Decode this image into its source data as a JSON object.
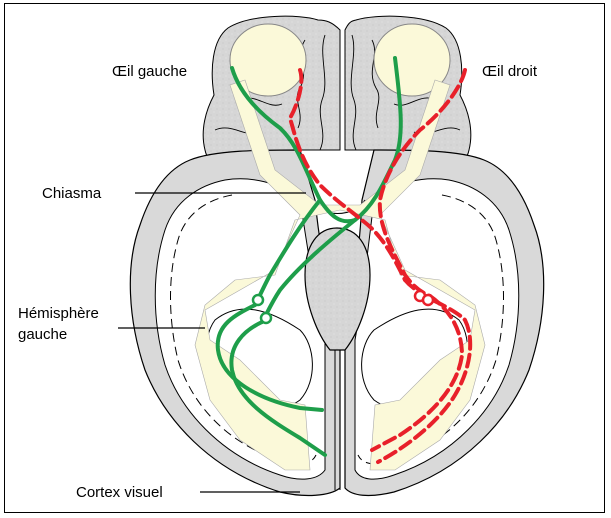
{
  "labels": {
    "left_eye": "Œil  gauche",
    "right_eye": "Œil droit",
    "chiasma": "Chiasma",
    "hemisphere_line1": "Hémisphère",
    "hemisphere_line2": "gauche",
    "visual_cortex": "Cortex visuel"
  },
  "colors": {
    "left_eye_pathway": "#1e9e4a",
    "right_eye_pathway": "#e8202a",
    "brain_tissue": "#d9d9d9",
    "optic_structures": "#fbf9d9",
    "outline": "#000000"
  }
}
